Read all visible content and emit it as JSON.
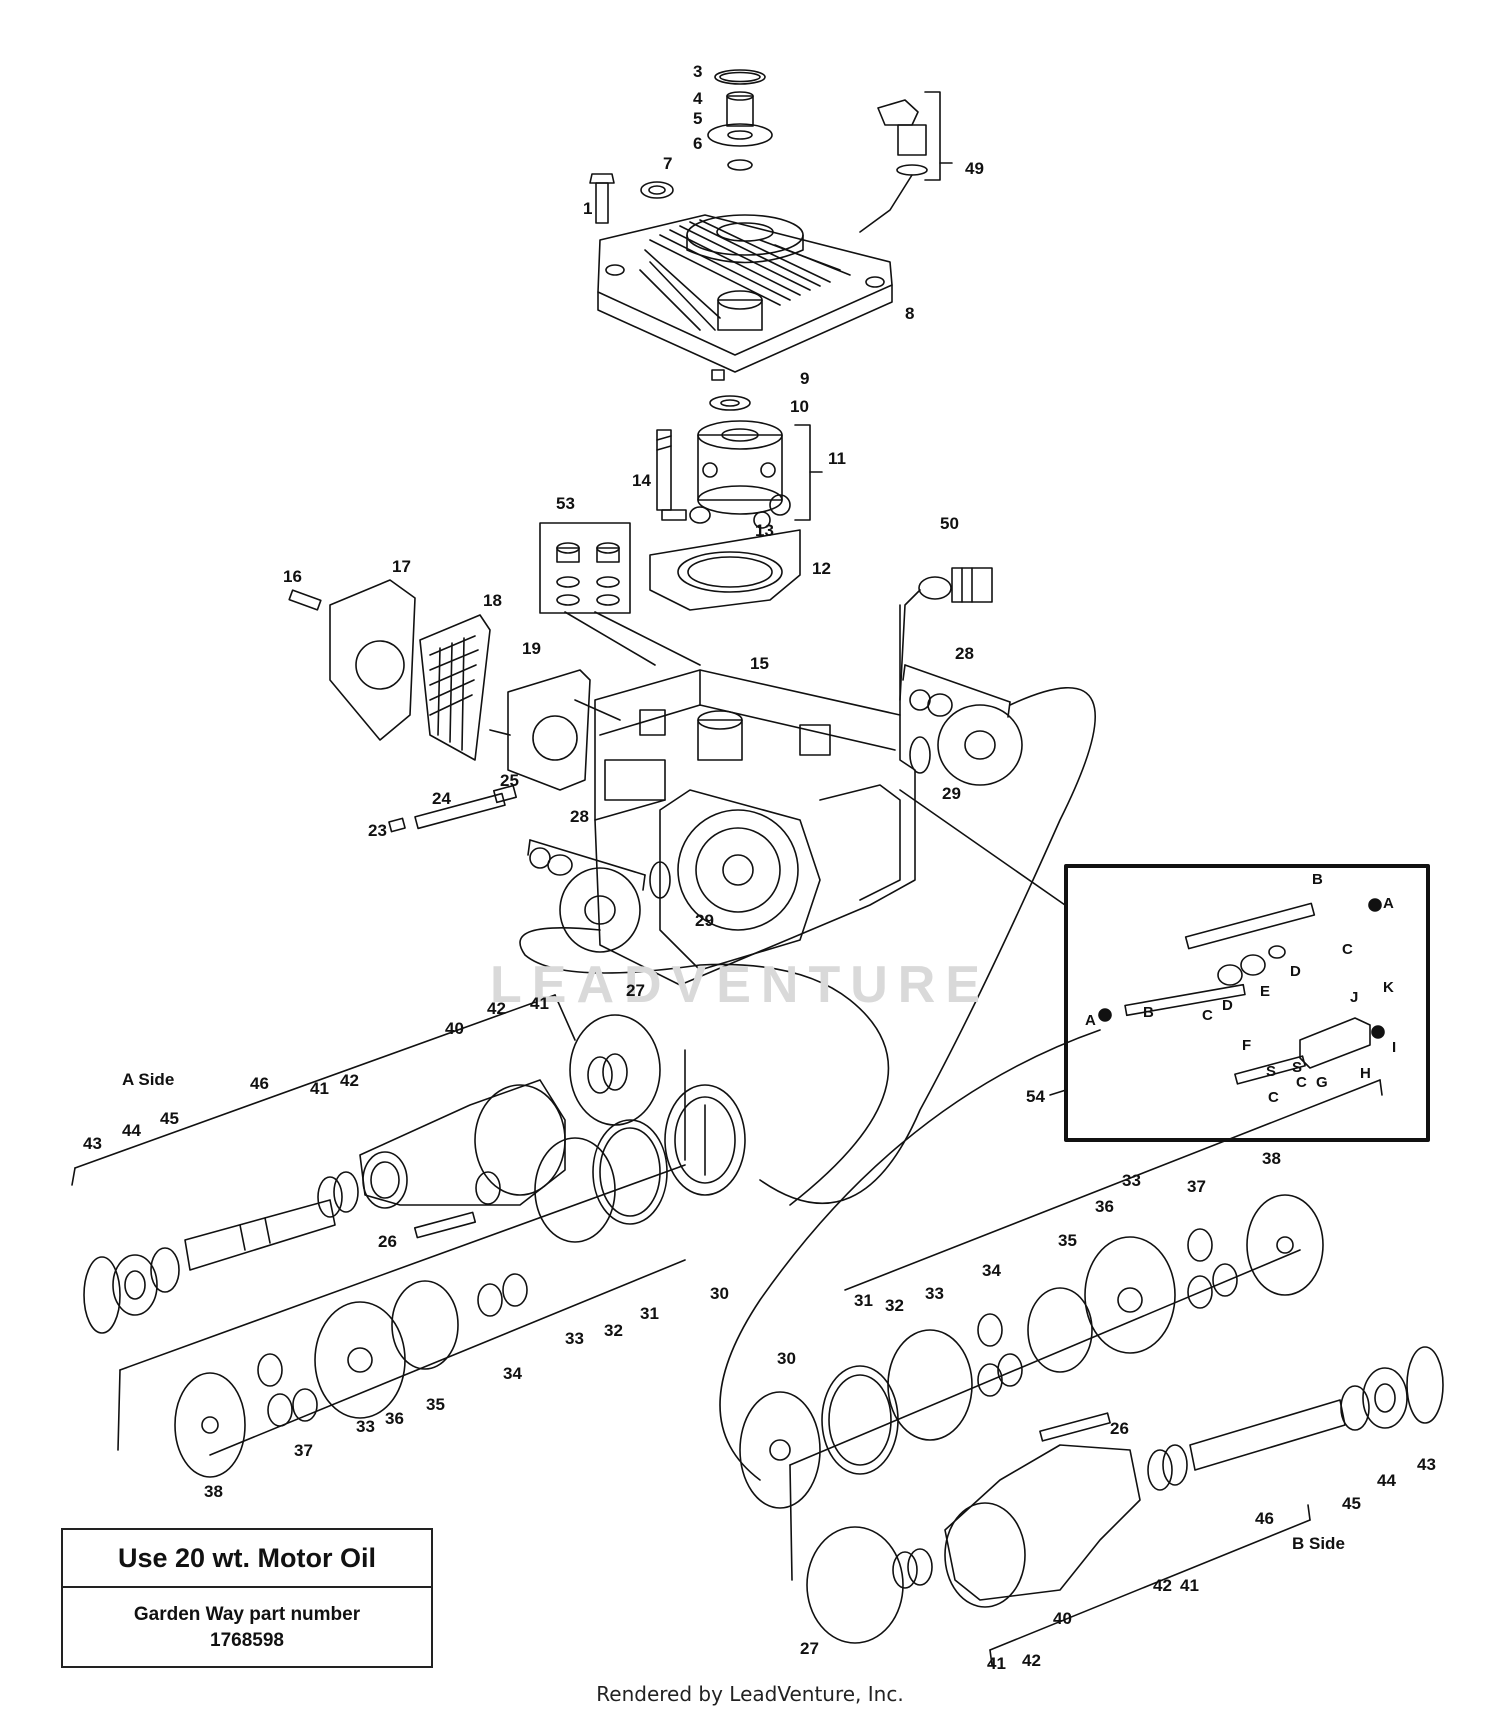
{
  "watermark": "LEADVENTURE",
  "footer": "Rendered by LeadVenture, Inc.",
  "oil_box": {
    "title": "Use 20 wt. Motor Oil",
    "subtitle_line1": "Garden Way part number",
    "subtitle_line2": "1768598"
  },
  "side_labels": {
    "a_side": "A Side",
    "b_side": "B Side"
  },
  "part_labels": [
    "3",
    "4",
    "5",
    "6",
    "7",
    "1",
    "8",
    "49",
    "9",
    "10",
    "11",
    "14",
    "13",
    "53",
    "12",
    "50",
    "16",
    "17",
    "18",
    "19",
    "15",
    "28",
    "29",
    "25",
    "24",
    "23",
    "28",
    "29",
    "27",
    "40",
    "42",
    "41",
    "41",
    "42",
    "46",
    "45",
    "44",
    "43",
    "26",
    "30",
    "31",
    "32",
    "33",
    "34",
    "35",
    "36",
    "33",
    "37",
    "38",
    "38",
    "37",
    "33",
    "36",
    "35",
    "34",
    "33",
    "32",
    "31",
    "30",
    "26",
    "46",
    "45",
    "44",
    "43",
    "42",
    "41",
    "40",
    "27",
    "41",
    "42",
    "54"
  ],
  "inset_labels": [
    "B",
    "A",
    "C",
    "D",
    "E",
    "D",
    "C",
    "B",
    "A",
    "J",
    "K",
    "F",
    "S",
    "S",
    "G",
    "H",
    "I",
    "C",
    "C"
  ]
}
